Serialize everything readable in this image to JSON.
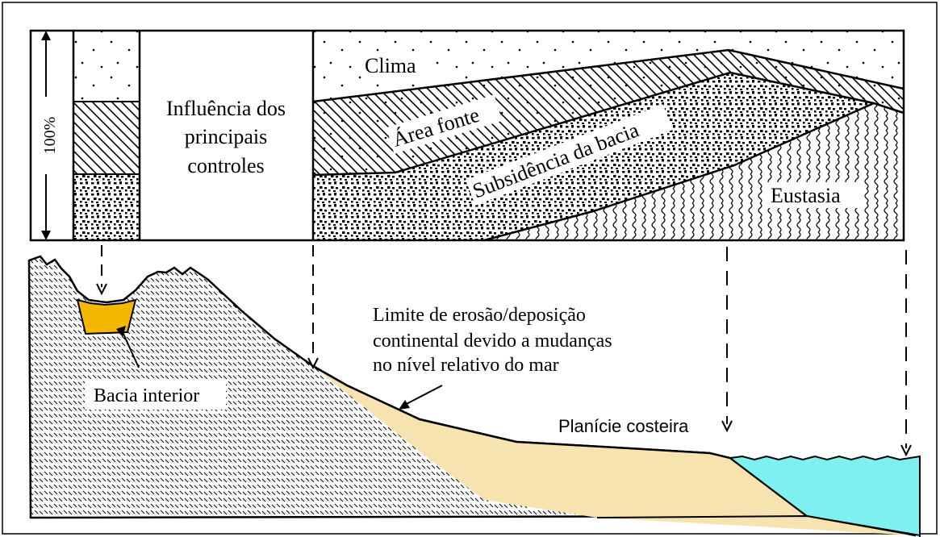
{
  "figure": {
    "scale_label": "100%",
    "controls_title_line1": "Influência dos",
    "controls_title_line2": "principais",
    "controls_title_line3": "controles",
    "labels": {
      "clima": "Clima",
      "area_fonte": "Área fonte",
      "subsidencia": "Subsidência da bacia",
      "eustasia": "Eustasia",
      "bacia_interior": "Bacia interior",
      "limite_line1": "Limite de erosão/deposição",
      "limite_line2": "continental devido a mudanças",
      "limite_line3": "no nível relativo do mar",
      "planicie": "Planície costeira"
    },
    "colors": {
      "basin_fill": "#f5b800",
      "sediment_fill": "#f7e3b0",
      "sea_fill": "#7ff0f0",
      "ink": "#000000"
    }
  }
}
